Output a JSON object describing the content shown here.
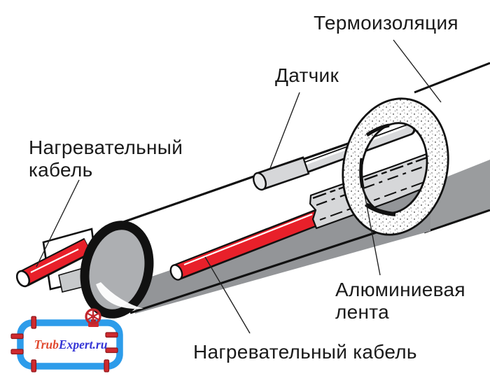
{
  "figure": {
    "labels": {
      "insulation": "Термоизоляция",
      "sensor": "Датчик",
      "heating_cable_side_line1": "Нагревательный",
      "heating_cable_side_line2": "кабель",
      "aluminum_tape_line1": "Алюминиевая",
      "aluminum_tape_line2": "лента",
      "heating_cable_bottom": "Нагревательный кабель"
    }
  },
  "logo": {
    "part1": "Trub",
    "part2": "Expert.ru"
  },
  "colors": {
    "cable_red": "#E8202A",
    "pipe_shadow": "#939598",
    "jacket_shadow": "#9A9C9E",
    "pipe_end_inner": "#ADAFB2",
    "tape_gray": "#D6D7D9",
    "sensor_gray": "#D8D9DB",
    "sensor_cap_gray": "#E9EAEB",
    "flap_gray": "#C7C9CB",
    "outline": "#111111",
    "leader_line": "#222222",
    "logo_blue": "#2D9CEA",
    "logo_red": "#CF2A2F",
    "logo_text_red": "#E04A2F",
    "logo_text_blue": "#3434D6"
  }
}
